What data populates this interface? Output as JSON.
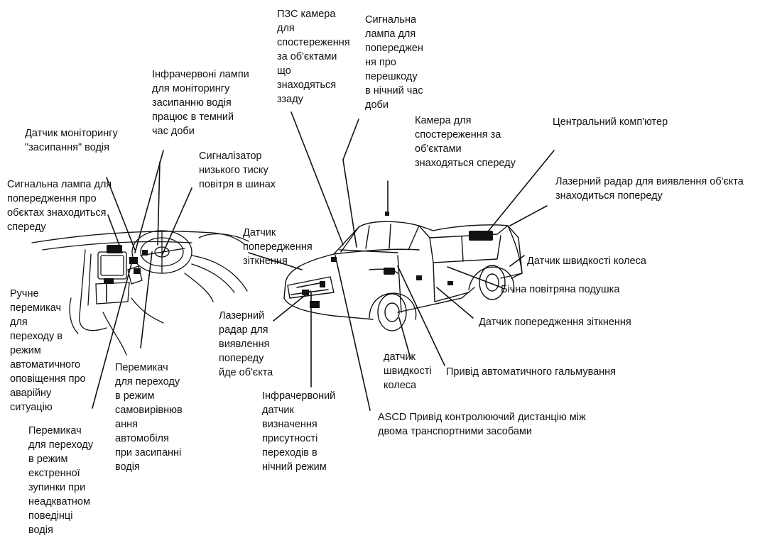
{
  "labels": {
    "pzs_camera": "ПЗС камера\nдля\nспостереження\nза об'єктами\nщо\nзнаходяться\nззаду",
    "signal_lamp_night": "Сигнальна\nлампа для\nпопереджен\nня про\nперешкоду\nв нічний час\nдоби",
    "infrared_lamps": "Інфрачервоні лампи\nдля моніторингу\nзасипанню водія\nпрацює в темний\nчас доби",
    "drowsiness_sensor": "Датчик моніторингу\n\"засипання\" водія",
    "front_camera": "Камера для\nспостереження за\nоб'єктами\nзнаходяться спереду",
    "central_computer": "Центральний комп'ютер",
    "tire_pressure": "Сигналізатор\nнизького тиску\nповітря в шинах",
    "front_warning_lamp": "Сигнальна лампа для\nпопередження про\nобєктах знаходиться\nспереду",
    "laser_radar_front": "Лазерний радар для виявлення об'єкта\nзнаходиться попереду",
    "collision_warning_sensor": "Датчик\nпопередження\nзіткнення",
    "wheel_speed_sensor_right": "Датчик швидкості колеса",
    "side_airbag": "Бічна повітряна подушка",
    "manual_switch": "Ручне\nперемикач\nдля\nпереходу в\nрежим\nавтоматичного\nоповіщення про\nаварійну\nситуацію",
    "laser_radar_ahead": "Лазерний\nрадар для\nвиявлення\nпопереду\nйде об'єкта",
    "collision_sensor_right": "Датчик попередження зіткнення",
    "wheel_speed_sensor_low": "датчик\nшвидкості\nколеса",
    "auto_brake": "Привід автоматичного гальмування",
    "self_recovery_switch": "Перемикач\nдля переходу\nв режим\nсамовирівнюв\nання\nавтомобіля\nпри засипанні\nводія",
    "infrared_presence": "Інфрачервоний\nдатчик\nвизначення\nприсутності\nпереходів в\nнічний режим",
    "ascd_drive": "ASCD Привід контролюючий дистанцію між\nдвома транспортними засобами",
    "emergency_stop_switch": "Перемикач\nдля переходу\nв режим\nекстренної\nзупинки при\nнеадкватном\nповедінці\nводія"
  }
}
